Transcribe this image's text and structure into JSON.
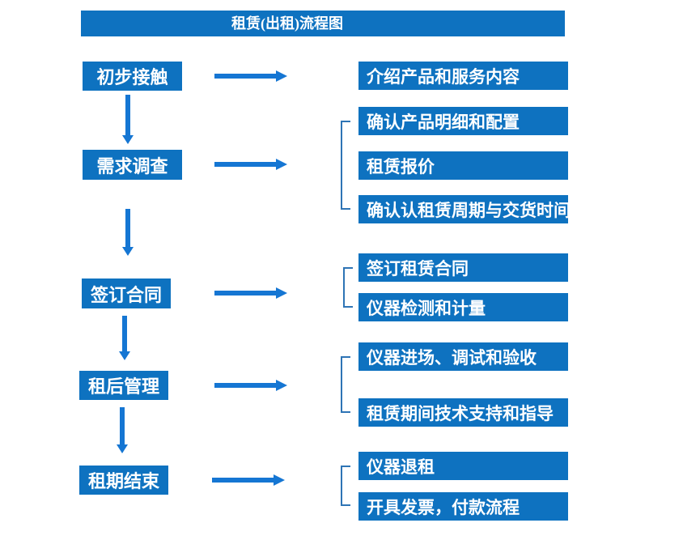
{
  "title": "租赁(出租)流程图",
  "colors": {
    "box_blue": "#0E72C0",
    "arrow_blue": "#1576D3",
    "bracket_blue": "#2E74B5",
    "text_white": "#FFFFFF"
  },
  "flow": {
    "steps": [
      {
        "label": "初步接触",
        "details": [
          "介绍产品和服务内容"
        ]
      },
      {
        "label": "需求调查",
        "details": [
          "确认产品明细和配置",
          "租赁报价",
          "确认认租赁周期与交货时间"
        ]
      },
      {
        "label": "签订合同",
        "details": [
          "签订租赁合同",
          "仪器检测和计量"
        ]
      },
      {
        "label": "租后管理",
        "details": [
          "仪器进场、调试和验收",
          "租赁期间技术支持和指导"
        ]
      },
      {
        "label": "租期结束",
        "details": [
          "仪器退租",
          "开具发票，付款流程"
        ]
      }
    ]
  }
}
